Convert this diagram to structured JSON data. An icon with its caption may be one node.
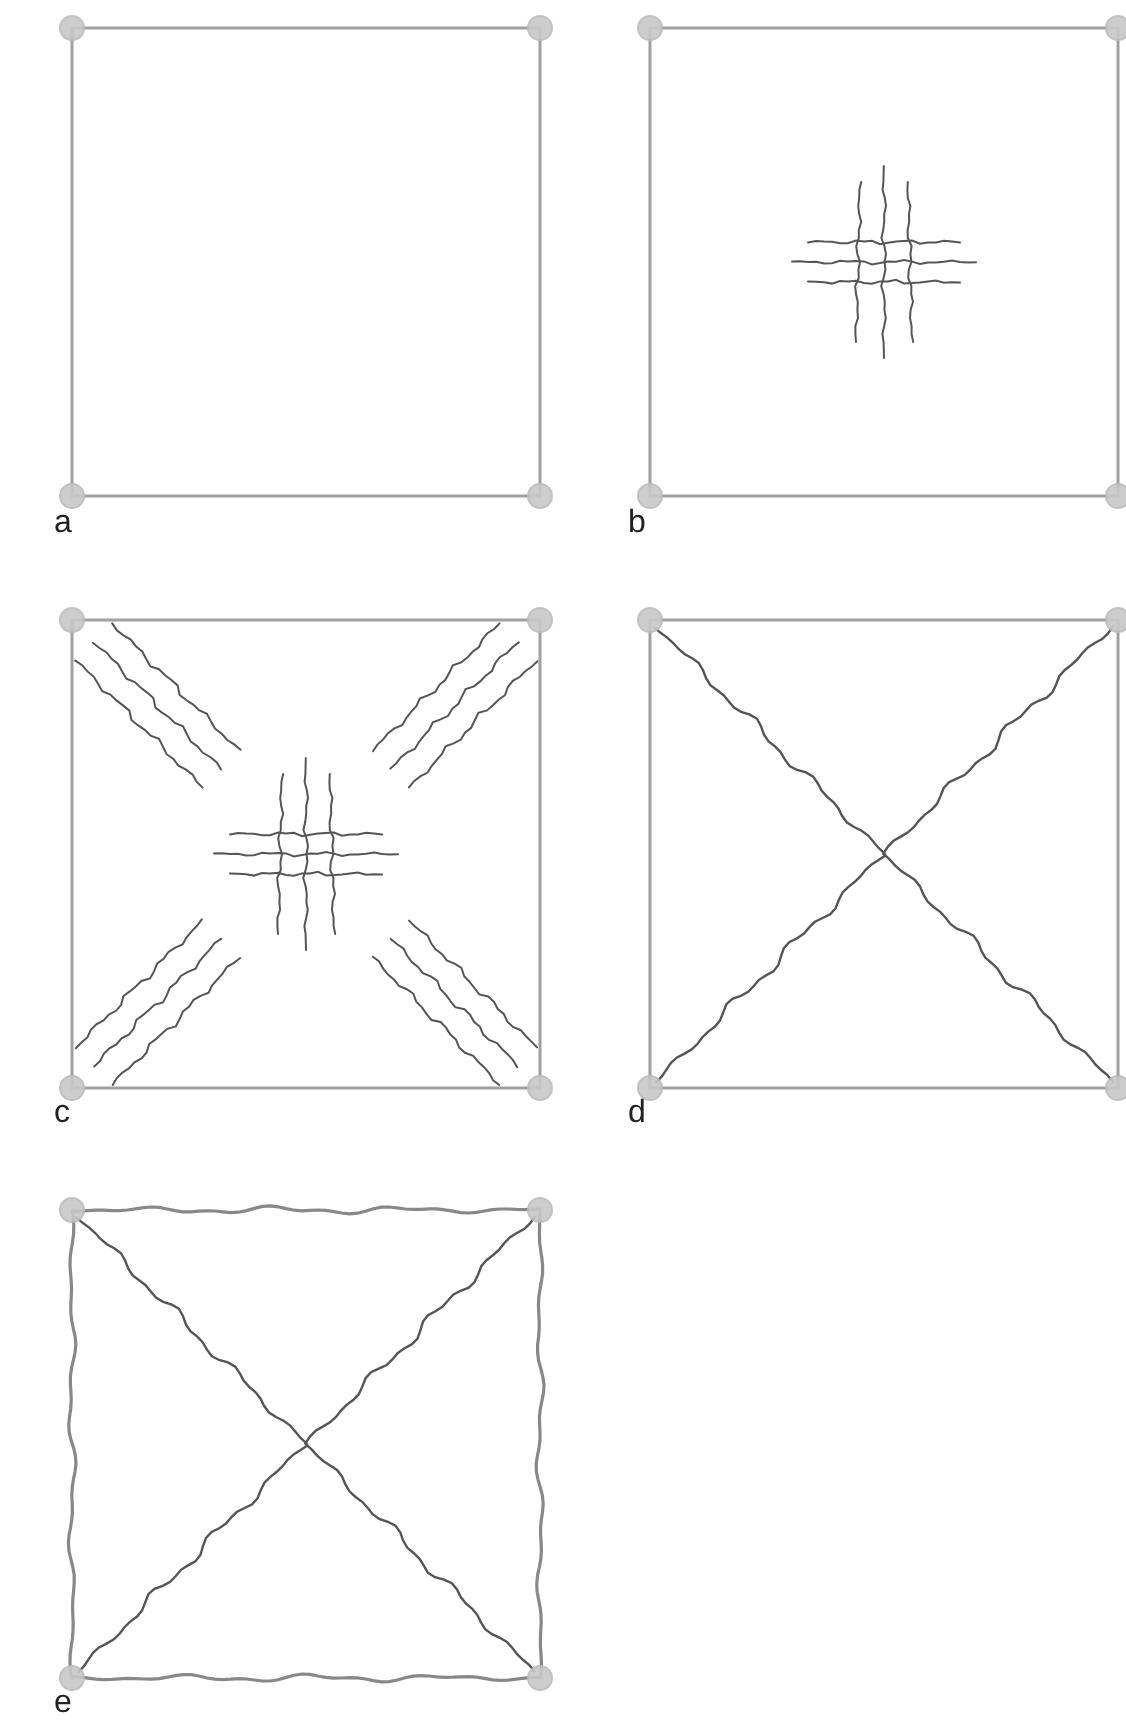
{
  "diagram": {
    "labels": [
      "a",
      "b",
      "c",
      "d",
      "e"
    ]
  }
}
